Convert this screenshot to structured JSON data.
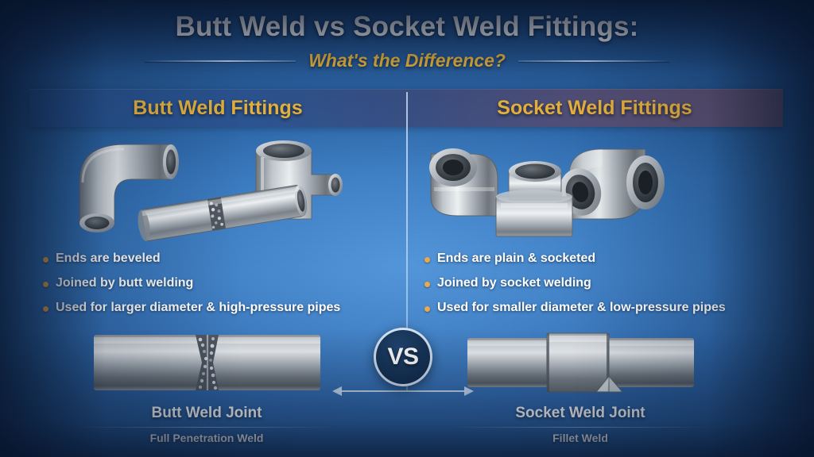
{
  "title": {
    "main": "Butt Weld vs Socket Weld Fittings:",
    "subtitle": "What's the Difference?"
  },
  "columns": [
    {
      "heading": "Butt Weld Fittings",
      "bullets": [
        "Ends are beveled",
        "Joined by butt welding",
        "Used for larger diameter & high-pressure pipes"
      ],
      "joint_title": "Butt Weld Joint",
      "joint_subtitle": "Full Penetration Weld",
      "photo_alt": "butt-weld-fittings-photo"
    },
    {
      "heading": "Socket Weld Fittings",
      "bullets": [
        "Ends are plain & socketed",
        "Joined by socket welding",
        "Used for smaller diameter & low-pressure pipes"
      ],
      "joint_title": "Socket Weld Joint",
      "joint_subtitle": "Fillet Weld",
      "photo_alt": "socket-weld-fittings-photo"
    }
  ],
  "vs_badge": {
    "label": "VS"
  },
  "colors": {
    "accent_gold": "#f0b93c",
    "heading_gold": "#f2ba3e",
    "bullet_dot": "#e8a94f",
    "text_white": "#ffffff",
    "background_navy": "#123059",
    "badge_navy": "#173558",
    "divider_light": "#cde0f8"
  }
}
